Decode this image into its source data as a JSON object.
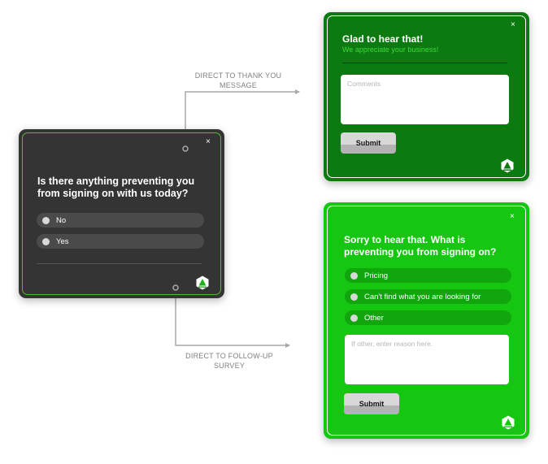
{
  "colors": {
    "dark_card": "#343434",
    "dark_border": "#56b82f",
    "thanks_card": "#0b7a10",
    "followup_card": "#15c711",
    "connector": "#a8a8a8"
  },
  "flows": {
    "thank_you_label": "DIRECT TO THANK YOU MESSAGE",
    "followup_label": "DIRECT TO FOLLOW-UP SURVEY"
  },
  "survey": {
    "close": "×",
    "question": "Is there anything preventing you from signing on with us today?",
    "options": [
      "No",
      "Yes"
    ],
    "logo_icon": "triangle-logo-icon"
  },
  "thanks": {
    "close": "×",
    "title": "Glad to hear that!",
    "subtitle": "We appreciate your business!",
    "comments_placeholder": "Comments",
    "submit_label": "Submit",
    "logo_icon": "triangle-logo-icon"
  },
  "followup": {
    "close": "×",
    "question": "Sorry to hear that. What is preventing you from signing on?",
    "options": [
      "Pricing",
      "Can't find what you are looking for",
      "Other"
    ],
    "other_placeholder": "If other, enter reason here.",
    "submit_label": "Submit",
    "logo_icon": "triangle-logo-icon"
  }
}
